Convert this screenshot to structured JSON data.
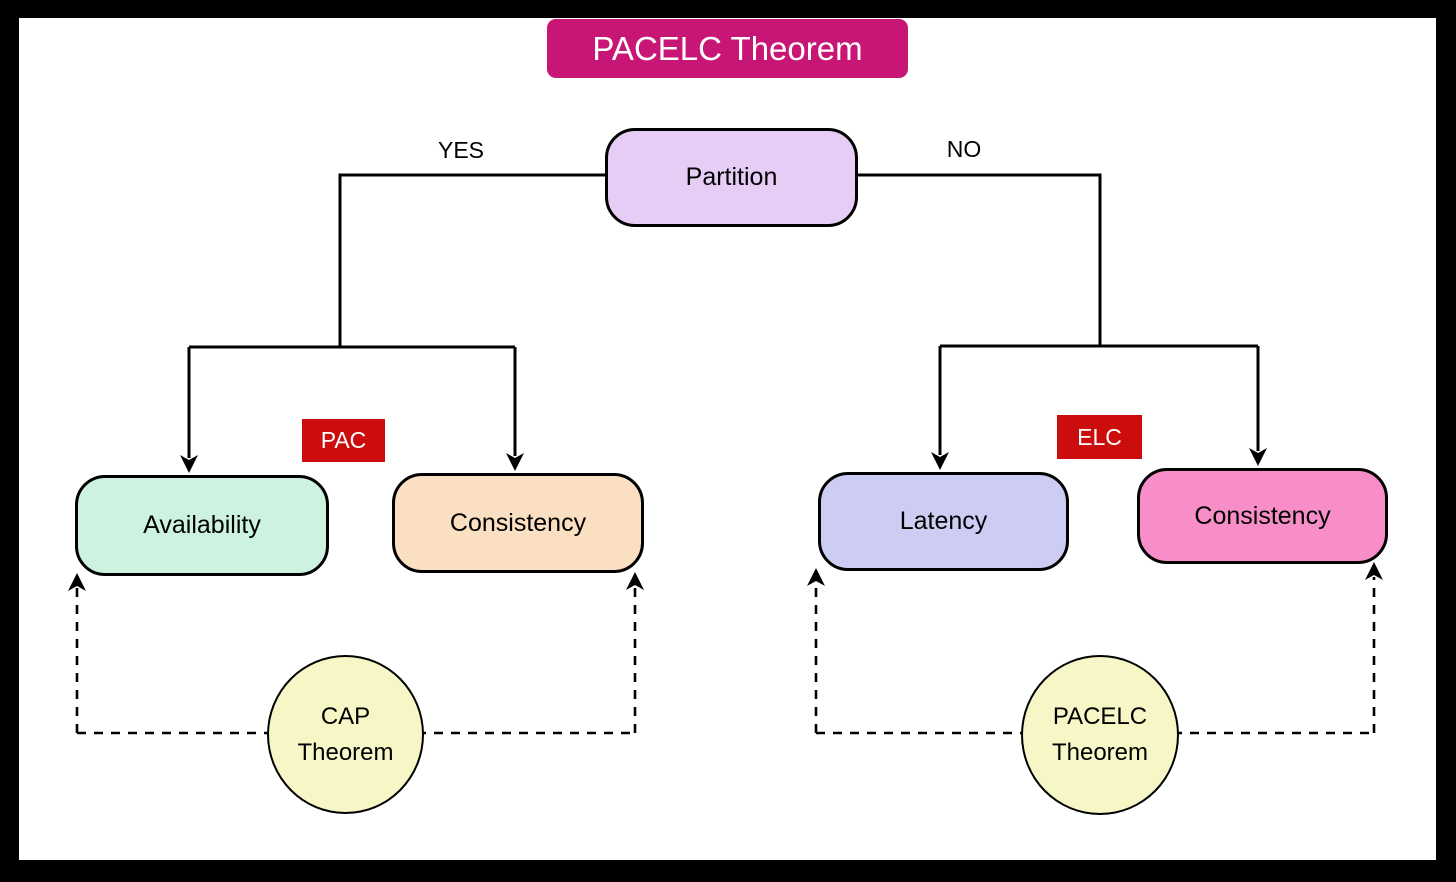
{
  "title": {
    "label": "PACELC Theorem"
  },
  "decision": {
    "root": "Partition",
    "yes_label": "YES",
    "no_label": "NO"
  },
  "badges": {
    "pac": "PAC",
    "elc": "ELC"
  },
  "nodes": {
    "availability": "Availability",
    "consistency_left": "Consistency",
    "latency": "Latency",
    "consistency_right": "Consistency"
  },
  "circles": {
    "cap": {
      "line1": "CAP",
      "line2": "Theorem"
    },
    "pacelc": {
      "line1": "PACELC",
      "line2": "Theorem"
    }
  },
  "colors": {
    "title-bg": "#C81677",
    "title-text": "#FFFFFF",
    "badge-bg": "#CC0D0D",
    "badge-text": "#FFFFFF",
    "partition-fill": "#E5CDF5",
    "availability-fill": "#CDF2DF",
    "consistency-left-fill": "#FADFC2",
    "latency-fill": "#CDCDF4",
    "consistency-right-fill": "#F78EC7",
    "circle-fill": "#F6F6C6",
    "line-color": "#000000",
    "canvas-bg": "#FFFFFF",
    "frame-bg": "#000000"
  }
}
